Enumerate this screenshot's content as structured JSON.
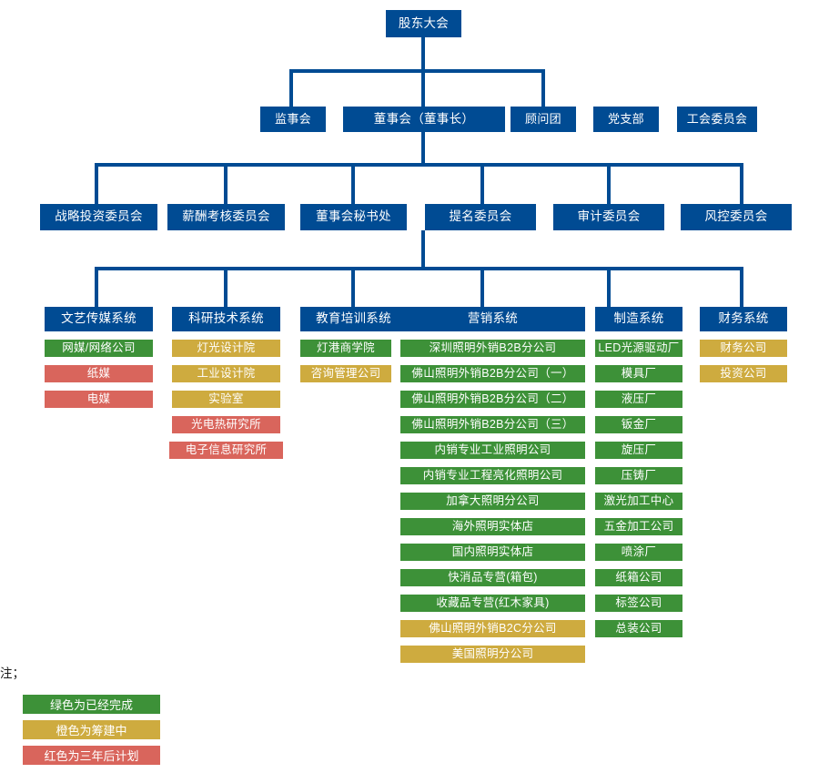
{
  "colors": {
    "blue": "#004b93",
    "green": "#3d9138",
    "orange": "#ceab3f",
    "red": "#d9655c"
  },
  "level1": {
    "shareholders": "股东大会"
  },
  "level2": [
    {
      "label": "监事会"
    },
    {
      "label": "董事会（董事长）"
    },
    {
      "label": "顾问团"
    },
    {
      "label": "党支部"
    },
    {
      "label": "工会委员会"
    }
  ],
  "level3": [
    {
      "label": "战略投资委员会"
    },
    {
      "label": "薪酬考核委员会"
    },
    {
      "label": "董事会秘书处"
    },
    {
      "label": "提名委员会"
    },
    {
      "label": "审计委员会"
    },
    {
      "label": "风控委员会"
    }
  ],
  "systems": [
    {
      "header": "文艺传媒系统",
      "items": [
        {
          "label": "网媒/网络公司",
          "status": "green"
        },
        {
          "label": "纸媒",
          "status": "red"
        },
        {
          "label": "电媒",
          "status": "red"
        }
      ]
    },
    {
      "header": "科研技术系统",
      "items": [
        {
          "label": "灯光设计院",
          "status": "orange"
        },
        {
          "label": "工业设计院",
          "status": "orange"
        },
        {
          "label": "实验室",
          "status": "orange"
        },
        {
          "label": "光电热研究所",
          "status": "red"
        },
        {
          "label": "电子信息研究所",
          "status": "red"
        }
      ]
    },
    {
      "header": "教育培训系统",
      "items": [
        {
          "label": "灯港商学院",
          "status": "green"
        },
        {
          "label": "咨询管理公司",
          "status": "orange"
        }
      ]
    },
    {
      "header": "营销系统",
      "items": [
        {
          "label": "深圳照明外销B2B分公司",
          "status": "green"
        },
        {
          "label": "佛山照明外销B2B分公司（一）",
          "status": "green"
        },
        {
          "label": "佛山照明外销B2B分公司（二）",
          "status": "green"
        },
        {
          "label": "佛山照明外销B2B分公司（三）",
          "status": "green"
        },
        {
          "label": "内销专业工业照明公司",
          "status": "green"
        },
        {
          "label": "内销专业工程亮化照明公司",
          "status": "green"
        },
        {
          "label": "加拿大照明分公司",
          "status": "green"
        },
        {
          "label": "海外照明实体店",
          "status": "green"
        },
        {
          "label": "国内照明实体店",
          "status": "green"
        },
        {
          "label": "快消品专营(箱包)",
          "status": "green"
        },
        {
          "label": "收藏品专营(红木家具)",
          "status": "green"
        },
        {
          "label": "佛山照明外销B2C分公司",
          "status": "orange"
        },
        {
          "label": "美国照明分公司",
          "status": "orange"
        }
      ]
    },
    {
      "header": "制造系统",
      "items": [
        {
          "label": "LED光源驱动厂",
          "status": "green"
        },
        {
          "label": "模具厂",
          "status": "green"
        },
        {
          "label": "液压厂",
          "status": "green"
        },
        {
          "label": "钣金厂",
          "status": "green"
        },
        {
          "label": "旋压厂",
          "status": "green"
        },
        {
          "label": "压铸厂",
          "status": "green"
        },
        {
          "label": "激光加工中心",
          "status": "green"
        },
        {
          "label": "五金加工公司",
          "status": "green"
        },
        {
          "label": "喷涂厂",
          "status": "green"
        },
        {
          "label": "纸箱公司",
          "status": "green"
        },
        {
          "label": "标签公司",
          "status": "green"
        },
        {
          "label": "总装公司",
          "status": "green"
        }
      ]
    },
    {
      "header": "财务系统",
      "items": [
        {
          "label": "财务公司",
          "status": "orange"
        },
        {
          "label": "投资公司",
          "status": "orange"
        }
      ]
    }
  ],
  "legend": {
    "note": "注；",
    "entries": [
      {
        "label": "绿色为已经完成",
        "status": "green"
      },
      {
        "label": "橙色为筹建中",
        "status": "orange"
      },
      {
        "label": "红色为三年后计划",
        "status": "red"
      }
    ]
  }
}
